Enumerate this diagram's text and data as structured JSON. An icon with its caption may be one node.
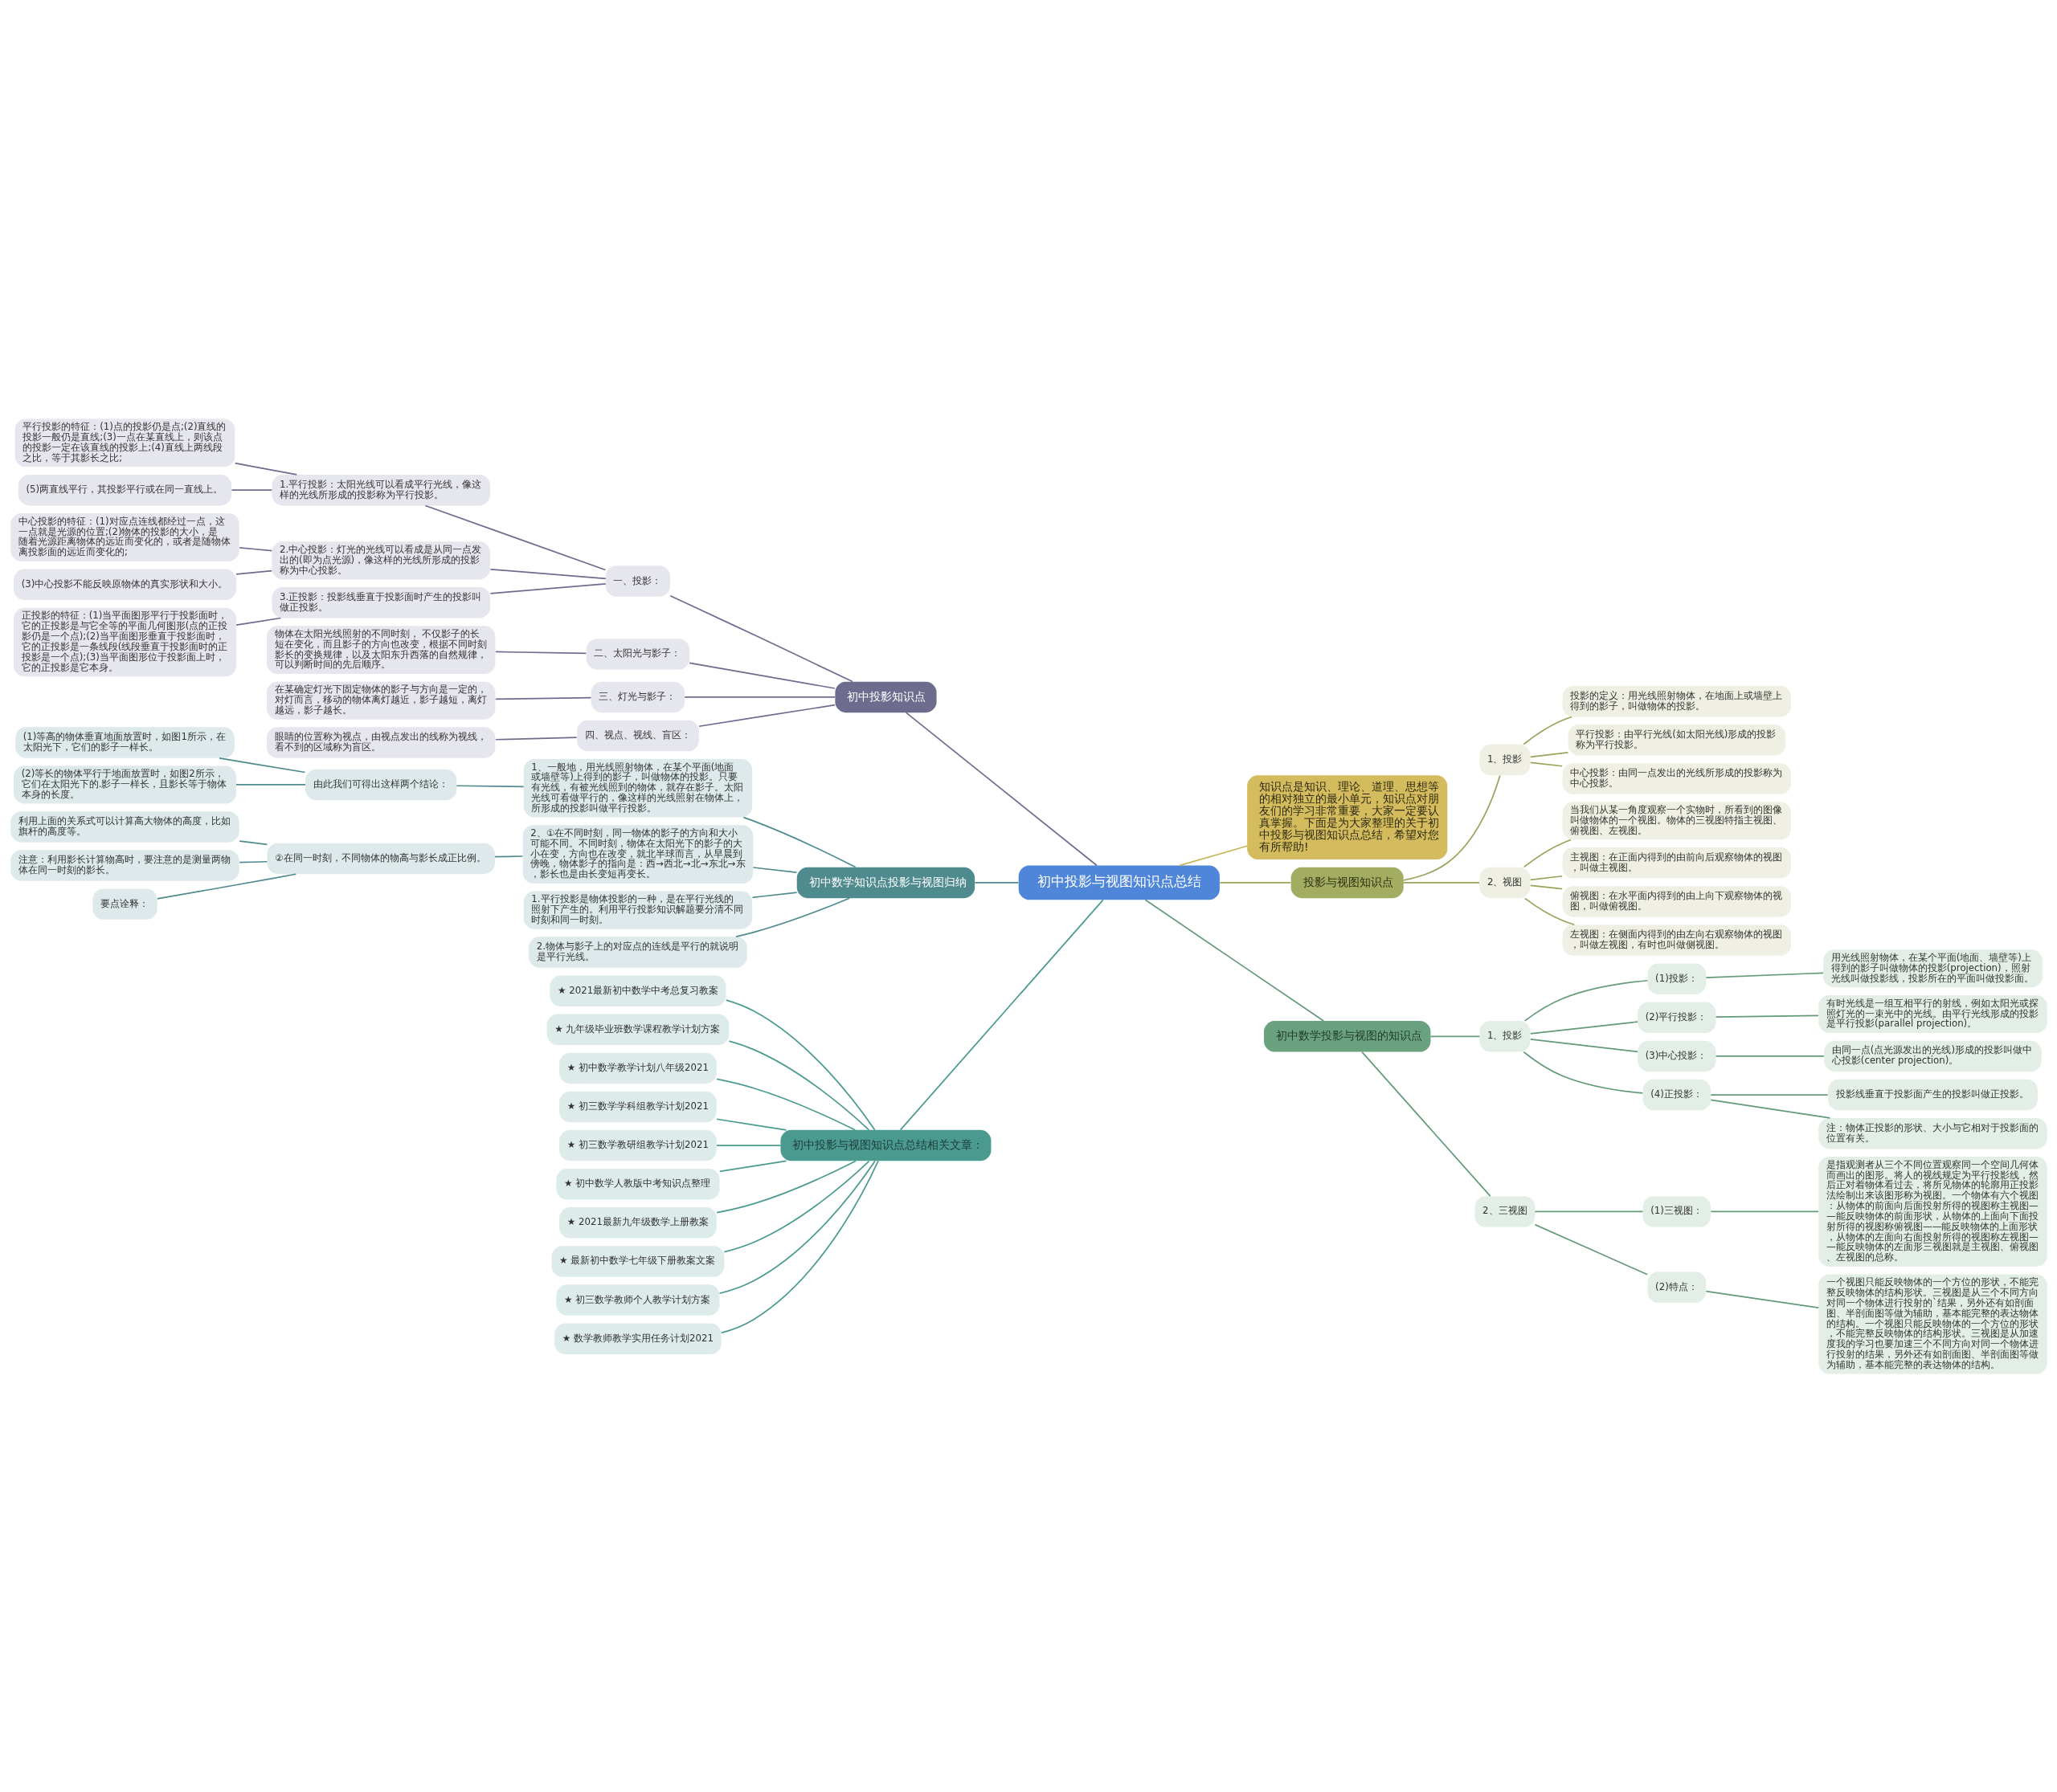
{
  "diagram": {
    "nodes": [
      {
        "text": [
          "初中投影与视图知识点总结"
        ]
      },
      {
        "text": [
          "初中投影知识点"
        ]
      },
      {
        "text": [
          "一、投影："
        ]
      },
      {
        "text": [
          "1.平行投影：太阳光线可以看成平行光线，像这样的光线所形成的投影称为平行投影。"
        ]
      },
      {
        "text": [
          "平行投影的特征：(1)点的投影仍是点;(2)直线的投影一般仍是直线;(3)一点在某直线上，则该点的投影一定在该直线的投影上;(4)直线上两线段之比，等于其影长之比;"
        ]
      },
      {
        "text": [
          "(5)两直线平行，其投影平行或在同一直线上。"
        ]
      },
      {
        "text": [
          "2.中心投影：灯光的光线可以看成是从同一点发出的(即为点光源)，像这样的光线所形成的投影称为中心投影。"
        ]
      },
      {
        "text": [
          "中心投影的特征：(1)对应点连线都经过一点，这一点就是光源的位置;(2)物体的投影的大小，是随着光源距离物体的远近而变化的，或者是随物体离投影面的远近而变化的;"
        ]
      },
      {
        "text": [
          "(3)中心投影不能反映原物体的真实形状和大小。"
        ]
      },
      {
        "text": [
          "3.正投影：投影线垂直于投影面时产生的投影叫做正投影。"
        ]
      },
      {
        "text": [
          "正投影的特征：(1)当平面图形平行于投影面时，它的正投影是与它全等的平面几何图形(点的正投影仍是一个点);(2)当平面图形垂直于投影面时，它的正投影是一条线段(线段垂直于投影面时的正投影是一个点);(3)当平面图形位于投影面上时，它的正投影是它本身。"
        ]
      },
      {
        "text": [
          "二、太阳光与影子："
        ]
      },
      {
        "text": [
          "物体在太阳光线照射的不同时刻， 不仅影子的长短在变化，而且影子的方向也改变，根据不同时刻影长的变换规律，以及太阳东升西落的自然规律，可以判断时间的先后顺序。"
        ]
      },
      {
        "text": [
          "三、灯光与影子："
        ]
      },
      {
        "text": [
          "在某确定灯光下固定物体的影子与方向是一定的，对灯而言，移动的物体离灯越近，影子越短，离灯越远，影子越长。"
        ]
      },
      {
        "text": [
          "四、视点、视线、盲区："
        ]
      },
      {
        "text": [
          "眼睛的位置称为视点，由视点发出的线称为视线，看不到的区域称为盲区。"
        ]
      },
      {
        "text": [
          "初中数学知识点投影与视图归纳"
        ]
      },
      {
        "text": [
          "1、一般地，用光线照射物体，在某个平面(地面或墙壁等)上得到的影子，叫做物体的投影。只要有光线，有被光线照到的物体，就存在影子。太阳光线可看做平行的，像这样的光线照射在物体上，所形成的投影叫做平行投影。"
        ]
      },
      {
        "text": [
          "由此我们可得出这样两个结论："
        ]
      },
      {
        "text": [
          "(1)等高的物体垂直地面放置时，如图1所示，在太阳光下，它们的影子一样长。"
        ]
      },
      {
        "text": [
          "(2)等长的物体平行于地面放置时，如图2所示，它们在太阳光下的.影子一样长，且影长等于物体本身的长度。"
        ]
      },
      {
        "text": [
          "2、①在不同时刻，同一物体的影子的方向和大小可能不同。不同时刻，物体在太阳光下的影子的大小在变，方向也在改变，就北半球而言，从早晨到傍晚，物体影子的指向是：西→西北→北→东北→东，影长也是由长变短再变长。"
        ]
      },
      {
        "text": [
          "②在同一时刻，不同物体的物高与影长成正比例。"
        ]
      },
      {
        "text": [
          "利用上面的关系式可以计算高大物体的高度，比如旗杆的高度等。"
        ]
      },
      {
        "text": [
          "注意：利用影长计算物高时，要注意的是测量两物体在同一时刻的影长。"
        ]
      },
      {
        "text": [
          "要点诠释："
        ]
      },
      {
        "text": [
          "1.平行投影是物体投影的一种，是在平行光线的照射下产生的。利用平行投影知识解题要分清不同时刻和同一时刻。"
        ]
      },
      {
        "text": [
          "2.物体与影子上的对应点的连线是平行的就说明是平行光线。"
        ]
      },
      {
        "text": [
          "初中投影与视图知识点总结相关文章："
        ]
      },
      {
        "text": [
          "★ 2021最新初中数学中考总复习教案"
        ]
      },
      {
        "text": [
          "★ 九年级毕业班数学课程教学计划方案"
        ]
      },
      {
        "text": [
          "★ 初中数学教学计划八年级2021"
        ]
      },
      {
        "text": [
          "★ 初三数学学科组教学计划2021"
        ]
      },
      {
        "text": [
          "★ 初三数学教研组教学计划2021"
        ]
      },
      {
        "text": [
          "★ 初中数学人教版中考知识点整理"
        ]
      },
      {
        "text": [
          "★ 2021最新九年级数学上册教案"
        ]
      },
      {
        "text": [
          "★ 最新初中数学七年级下册教案文案"
        ]
      },
      {
        "text": [
          "★ 初三数学教师个人教学计划方案"
        ]
      },
      {
        "text": [
          "★ 数学教师教学实用任务计划2021"
        ]
      },
      {
        "text": [
          "知识点是知识、理论、道理、思想等的相对独立的最小单元，知识点对朋友们的学习非常重要，大家一定要认真掌握。下面是为大家整理的关于初中投影与视图知识点总结，希望对您有所帮助!"
        ]
      },
      {
        "text": [
          "投影与视图知识点"
        ]
      },
      {
        "text": [
          "1、投影"
        ]
      },
      {
        "text": [
          "投影的定义：用光线照射物体，在地面上或墙壁上得到的影子，叫做物体的投影。"
        ]
      },
      {
        "text": [
          "平行投影：由平行光线(如太阳光线)形成的投影称为平行投影。"
        ]
      },
      {
        "text": [
          "中心投影：由同一点发出的光线所形成的投影称为中心投影。"
        ]
      },
      {
        "text": [
          "2、视图"
        ]
      },
      {
        "text": [
          "当我们从某一角度观察一个实物时，所看到的图像叫做物体的一个视图。物体的三视图特指主视图、俯视图、左视图。"
        ]
      },
      {
        "text": [
          "主视图：在正面内得到的由前向后观察物体的视图，叫做主视图。"
        ]
      },
      {
        "text": [
          "俯视图：在水平面内得到的由上向下观察物体的视图，叫做俯视图。"
        ]
      },
      {
        "text": [
          "左视图：在侧面内得到的由左向右观察物体的视图，叫做左视图，有时也叫做侧视图。"
        ]
      },
      {
        "text": [
          "初中数学投影与视图的知识点"
        ]
      },
      {
        "text": [
          "1、投影"
        ]
      },
      {
        "text": [
          "(1)投影："
        ]
      },
      {
        "text": [
          "用光线照射物体，在某个平面(地面、墙壁等)上得到的影子叫做物体的投影(projection)，照射光线叫做投影线，投影所在的平面叫做投影面。"
        ]
      },
      {
        "text": [
          "(2)平行投影："
        ]
      },
      {
        "text": [
          "有时光线是一组互相平行的射线，例如太阳光或探照灯光的一束光中的光线。由平行光线形成的投影是平行投影(parallel projection)。"
        ]
      },
      {
        "text": [
          "(3)中心投影："
        ]
      },
      {
        "text": [
          "由同一点(点光源发出的光线)形成的投影叫做中心投影(center projection)。"
        ]
      },
      {
        "text": [
          "(4)正投影："
        ]
      },
      {
        "text": [
          "投影线垂直于投影面产生的投影叫做正投影。"
        ]
      },
      {
        "text": [
          "注：物体正投影的形状、大小与它相对于投影面的位置有关。"
        ]
      },
      {
        "text": [
          "2、三视图"
        ]
      },
      {
        "text": [
          "(1)三视图："
        ]
      },
      {
        "text": [
          "是指观测者从三个不同位置观察同一个空间几何体而画出的图形。将人的视线规定为平行投影线，然后正对着物体看过去，将所见物体的轮廓用正投影法绘制出来该图形称为视图。一个物体有六个视图：从物体的前面向后面投射所得的视图称主视图——能反映物体的前面形状，从物体的上面向下面投射所得的视图称俯视图——能反映物体的上面形状，从物体的左面向右面投射所得的视图称左视图——能反映物体的左面形三视图就是主视图、俯视图、左视图的总称。"
        ]
      },
      {
        "text": [
          "(2)特点："
        ]
      },
      {
        "text": [
          "一个视图只能反映物体的一个方位的形状，不能完整反映物体的结构形状。三视图是从三个不同方向对同一个物体进行投射的`结果，另外还有如剖面图、半剖面图等做为辅助，基本能完整的表达物体的结构。一个视图只能反映物体的一个方位的形状，不能完整反映物体的结构形状。三视图是从加速度我的学习也要加速三个不同方向对同一个物体进行投射的结果，另外还有如剖面图、半剖面图等做为辅助，基本能完整的表达物体的结构。"
        ]
      }
    ],
    "edges": [
      {
        "from": 0,
        "to": 1,
        "arrow": "none",
        "color": "#6e6c8e"
      },
      {
        "from": 1,
        "to": 2,
        "arrow": "none",
        "color": "#6e6c8e"
      },
      {
        "from": 2,
        "to": 3,
        "arrow": "none",
        "color": "#6e6c8e"
      },
      {
        "from": 3,
        "to": 4,
        "arrow": "none",
        "color": "#6e6c8e"
      },
      {
        "from": 3,
        "to": 5,
        "arrow": "none",
        "color": "#6e6c8e"
      },
      {
        "from": 2,
        "to": 6,
        "arrow": "none",
        "color": "#6e6c8e"
      },
      {
        "from": 6,
        "to": 7,
        "arrow": "none",
        "color": "#6e6c8e"
      },
      {
        "from": 6,
        "to": 8,
        "arrow": "none",
        "color": "#6e6c8e"
      },
      {
        "from": 2,
        "to": 9,
        "arrow": "none",
        "color": "#6e6c8e"
      },
      {
        "from": 9,
        "to": 10,
        "arrow": "none",
        "color": "#6e6c8e"
      },
      {
        "from": 1,
        "to": 11,
        "arrow": "none",
        "color": "#6e6c8e"
      },
      {
        "from": 11,
        "to": 12,
        "arrow": "none",
        "color": "#6e6c8e"
      },
      {
        "from": 1,
        "to": 13,
        "arrow": "none",
        "color": "#6e6c8e"
      },
      {
        "from": 13,
        "to": 14,
        "arrow": "none",
        "color": "#6e6c8e"
      },
      {
        "from": 1,
        "to": 15,
        "arrow": "none",
        "color": "#6e6c8e"
      },
      {
        "from": 15,
        "to": 16,
        "arrow": "none",
        "color": "#6e6c8e"
      },
      {
        "from": 0,
        "to": 17,
        "arrow": "none",
        "color": "#4e8a8e"
      },
      {
        "from": 17,
        "to": 18,
        "arrow": "none",
        "color": "#4e8a8e"
      },
      {
        "from": 18,
        "to": 19,
        "arrow": "none",
        "color": "#4e8a8e"
      },
      {
        "from": 19,
        "to": 20,
        "arrow": "none",
        "color": "#4e8a8e"
      },
      {
        "from": 19,
        "to": 21,
        "arrow": "none",
        "color": "#4e8a8e"
      },
      {
        "from": 17,
        "to": 22,
        "arrow": "none",
        "color": "#4e8a8e"
      },
      {
        "from": 22,
        "to": 23,
        "arrow": "none",
        "color": "#4e8a8e"
      },
      {
        "from": 23,
        "to": 24,
        "arrow": "none",
        "color": "#4e8a8e"
      },
      {
        "from": 23,
        "to": 25,
        "arrow": "none",
        "color": "#4e8a8e"
      },
      {
        "from": 23,
        "to": 26,
        "arrow": "none",
        "color": "#4e8a8e"
      },
      {
        "from": 17,
        "to": 27,
        "arrow": "none",
        "color": "#4e8a8e"
      },
      {
        "from": 17,
        "to": 28,
        "arrow": "none",
        "color": "#4e8a8e"
      },
      {
        "from": 0,
        "to": 29,
        "arrow": "none",
        "color": "#4a9a8f"
      },
      {
        "from": 29,
        "to": 30,
        "arrow": "none",
        "color": "#4a9a8f"
      },
      {
        "from": 29,
        "to": 31,
        "arrow": "none",
        "color": "#4a9a8f"
      },
      {
        "from": 29,
        "to": 32,
        "arrow": "none",
        "color": "#4a9a8f"
      },
      {
        "from": 29,
        "to": 33,
        "arrow": "none",
        "color": "#4a9a8f"
      },
      {
        "from": 29,
        "to": 34,
        "arrow": "none",
        "color": "#4a9a8f"
      },
      {
        "from": 29,
        "to": 35,
        "arrow": "none",
        "color": "#4a9a8f"
      },
      {
        "from": 29,
        "to": 36,
        "arrow": "none",
        "color": "#4a9a8f"
      },
      {
        "from": 29,
        "to": 37,
        "arrow": "none",
        "color": "#4a9a8f"
      },
      {
        "from": 29,
        "to": 38,
        "arrow": "none",
        "color": "#4a9a8f"
      },
      {
        "from": 29,
        "to": 39,
        "arrow": "none",
        "color": "#4a9a8f"
      },
      {
        "from": 0,
        "to": 40,
        "arrow": "none",
        "color": "#c9b55a"
      },
      {
        "from": 0,
        "to": 41,
        "arrow": "none",
        "color": "#9aa35a"
      },
      {
        "from": 41,
        "to": 42,
        "arrow": "none",
        "color": "#9aa35a"
      },
      {
        "from": 42,
        "to": 43,
        "arrow": "none",
        "color": "#9aa35a"
      },
      {
        "from": 42,
        "to": 44,
        "arrow": "none",
        "color": "#9aa35a"
      },
      {
        "from": 42,
        "to": 45,
        "arrow": "none",
        "color": "#9aa35a"
      },
      {
        "from": 41,
        "to": 46,
        "arrow": "none",
        "color": "#9aa35a"
      },
      {
        "from": 46,
        "to": 47,
        "arrow": "none",
        "color": "#9aa35a"
      },
      {
        "from": 46,
        "to": 48,
        "arrow": "none",
        "color": "#9aa35a"
      },
      {
        "from": 46,
        "to": 49,
        "arrow": "none",
        "color": "#9aa35a"
      },
      {
        "from": 46,
        "to": 50,
        "arrow": "none",
        "color": "#9aa35a"
      },
      {
        "from": 0,
        "to": 51,
        "arrow": "none",
        "color": "#639a78"
      },
      {
        "from": 51,
        "to": 52,
        "arrow": "none",
        "color": "#639a78"
      },
      {
        "from": 52,
        "to": 53,
        "arrow": "none",
        "color": "#639a78"
      },
      {
        "from": 53,
        "to": 54,
        "arrow": "none",
        "color": "#639a78"
      },
      {
        "from": 52,
        "to": 55,
        "arrow": "none",
        "color": "#639a78"
      },
      {
        "from": 55,
        "to": 56,
        "arrow": "none",
        "color": "#639a78"
      },
      {
        "from": 52,
        "to": 57,
        "arrow": "none",
        "color": "#639a78"
      },
      {
        "from": 57,
        "to": 58,
        "arrow": "none",
        "color": "#639a78"
      },
      {
        "from": 52,
        "to": 59,
        "arrow": "none",
        "color": "#639a78"
      },
      {
        "from": 59,
        "to": 60,
        "arrow": "none",
        "color": "#639a78"
      },
      {
        "from": 59,
        "to": 61,
        "arrow": "none",
        "color": "#639a78"
      },
      {
        "from": 51,
        "to": 62,
        "arrow": "none",
        "color": "#639a78"
      },
      {
        "from": 62,
        "to": 63,
        "arrow": "none",
        "color": "#639a78"
      },
      {
        "from": 63,
        "to": 64,
        "arrow": "none",
        "color": "#639a78"
      },
      {
        "from": 62,
        "to": 65,
        "arrow": "none",
        "color": "#639a78"
      },
      {
        "from": 65,
        "to": 66,
        "arrow": "none",
        "color": "#639a78"
      }
    ]
  }
}
